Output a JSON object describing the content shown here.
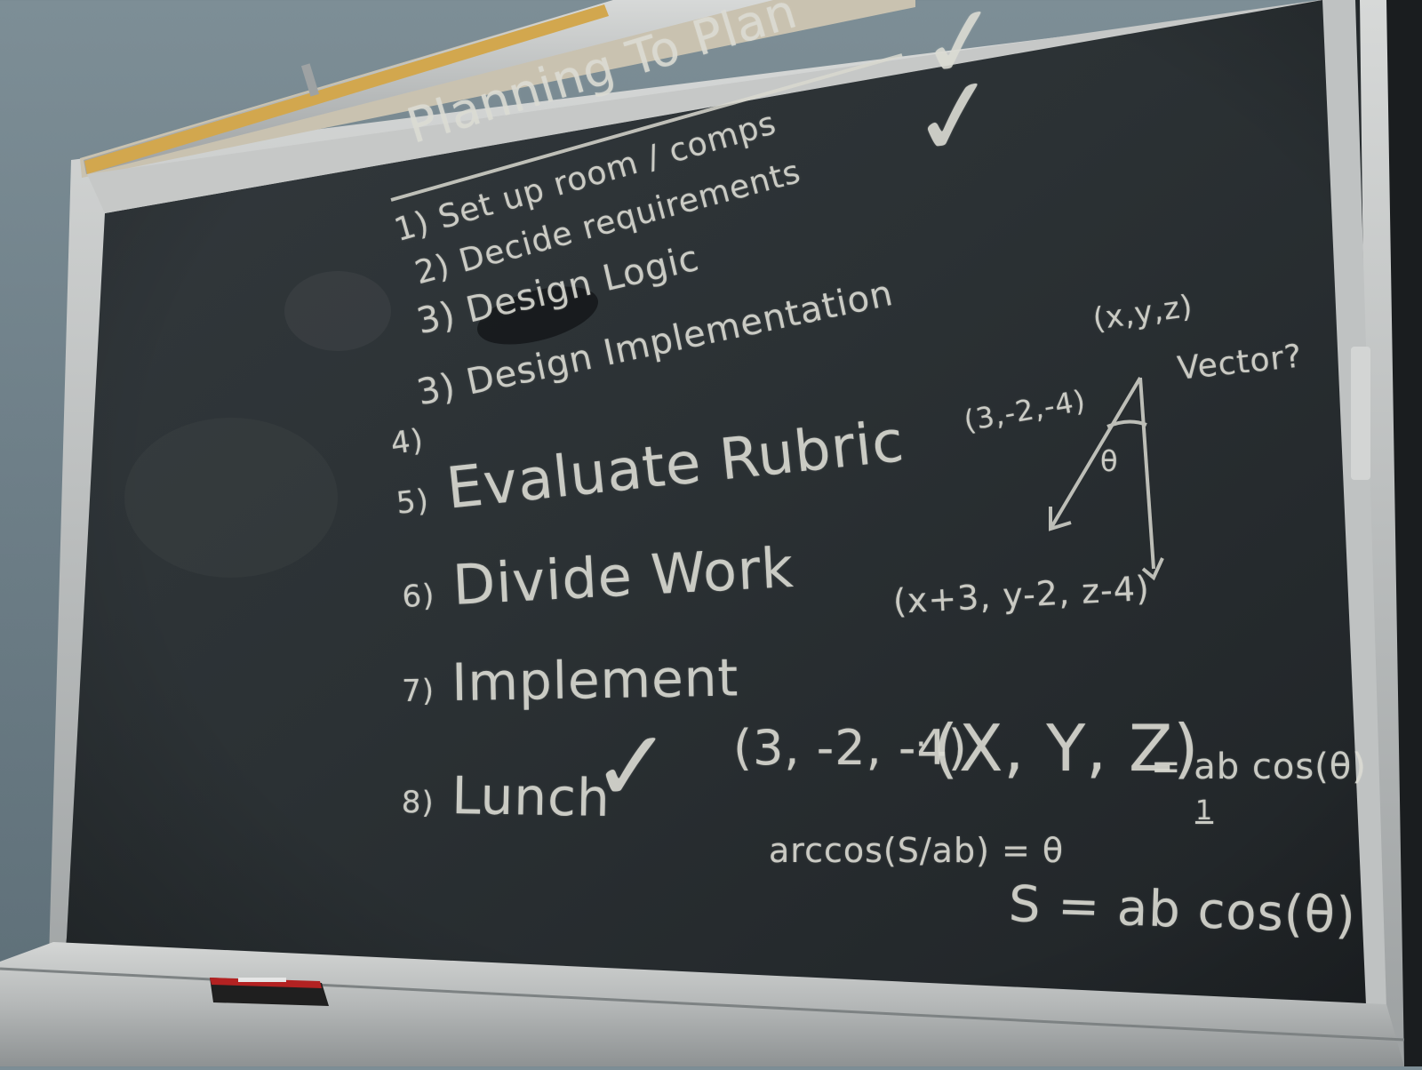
{
  "board": {
    "title": "Planning To Plan",
    "items": [
      {
        "num": "1)",
        "text": "Set up room / comps",
        "check": "✓"
      },
      {
        "num": "2)",
        "text": "Decide requirements",
        "check": "✓"
      },
      {
        "num": "3)",
        "text": "Design Logic"
      },
      {
        "num": "3)",
        "text": "Design Implementation"
      },
      {
        "num": "4)",
        "text": ""
      },
      {
        "num": "5)",
        "text": "Evaluate Rubric"
      },
      {
        "num": "6)",
        "text": "Divide Work"
      },
      {
        "num": "7)",
        "text": "Implement"
      },
      {
        "num": "8)",
        "text": "Lunch",
        "check": "✓"
      }
    ]
  },
  "math": {
    "point_xyz": "(x,y,z)",
    "vector_label": "Vector?",
    "vector_components": "(3,-2,-4)",
    "theta": "θ",
    "shifted_point": "(x+3, y-2, z-4)",
    "dot_left": "(3, -2, -4)",
    "dot_symbol": "·",
    "dot_right": "(X, Y, Z)",
    "dot_result": "= ab cos(θ)",
    "denominator": "1",
    "arccos": "arccos(S/ab) = θ",
    "s_eq": "S = ab cos(θ)"
  },
  "colors": {
    "chalk": "#dcdcd4",
    "board": "#2c3236",
    "frame": "#b9bcbc",
    "cork": "#d2a74e",
    "wall": "#6f8089",
    "eraser": "#a02020"
  },
  "objects": {
    "eraser": "red-felt-eraser",
    "checkmark": "checkmark-icon"
  }
}
